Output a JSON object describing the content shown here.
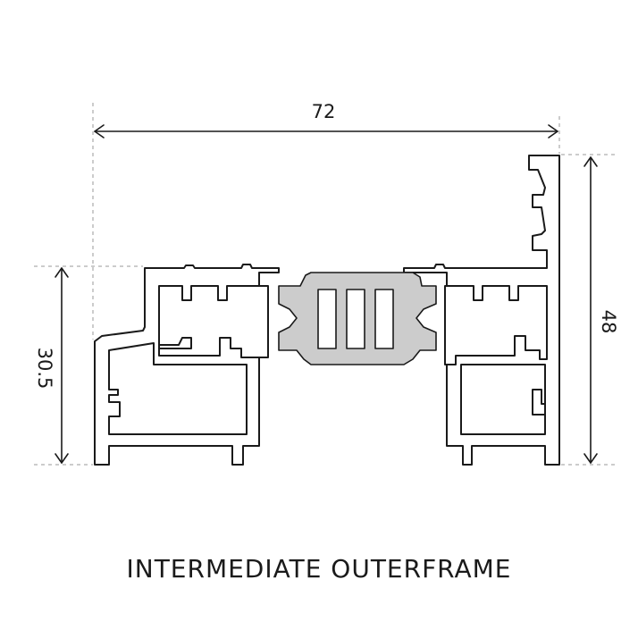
{
  "dimensions": {
    "width": "72",
    "height_right": "48",
    "height_left": "30.5"
  },
  "caption": "INTERMEDIATE OUTERFRAME",
  "colors": {
    "line": "#1a1a1a",
    "ext_line": "#999999",
    "thermal_break": "#cccccc"
  }
}
